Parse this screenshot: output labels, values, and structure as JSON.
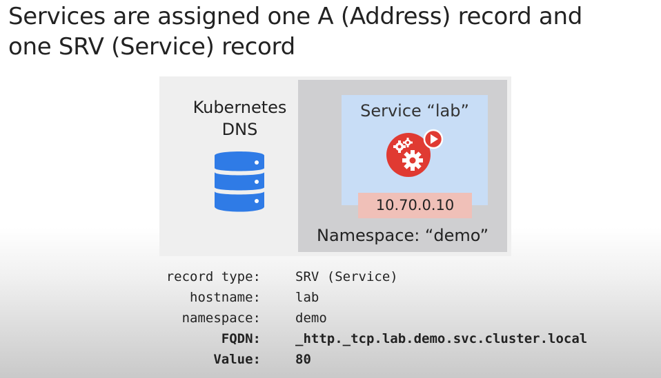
{
  "slide": {
    "title_line1": "Services are assigned one A (Address) record and",
    "title_line2": "one SRV (Service) record"
  },
  "diagram": {
    "dns_label_line1": "Kubernetes",
    "dns_label_line2": "DNS",
    "dns_icon": "database-icon",
    "service_title": "Service “lab”",
    "service_icon": "gears-play-icon",
    "service_ip": "10.70.0.10",
    "namespace_label": "Namespace: “demo”",
    "colors": {
      "database_blue": "#2f7be6",
      "service_red": "#e03a32",
      "service_bg": "#c8ddf6",
      "ip_bg": "#f0c0b8",
      "namespace_bg": "#cfcfd1"
    }
  },
  "records": [
    {
      "key": "record type:",
      "value": "SRV (Service)",
      "bold": false
    },
    {
      "key": "hostname:",
      "value": "lab",
      "bold": false
    },
    {
      "key": "namespace:",
      "value": "demo",
      "bold": false
    },
    {
      "key": "FQDN:",
      "value": "_http._tcp.lab.demo.svc.cluster.local",
      "bold": true
    },
    {
      "key": "Value:",
      "value": "80",
      "bold": true
    }
  ]
}
